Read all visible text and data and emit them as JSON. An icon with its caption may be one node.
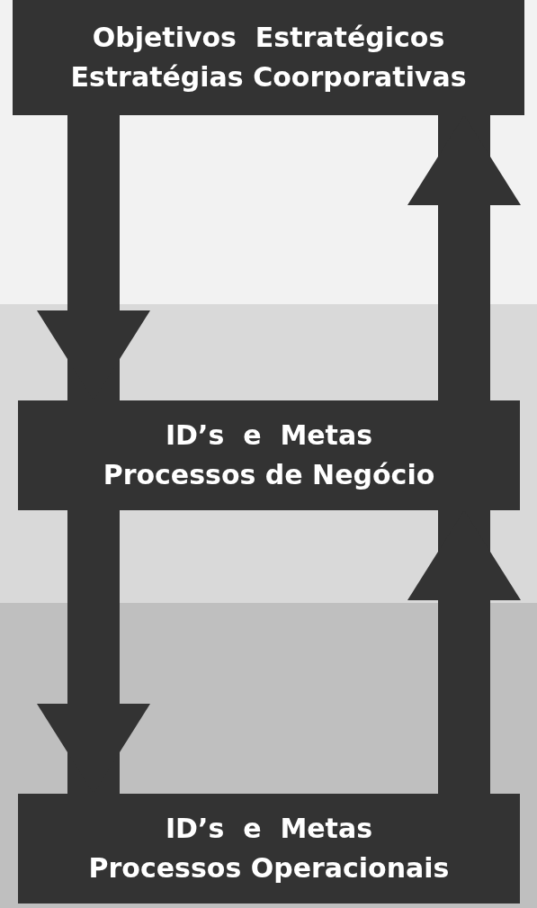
{
  "diagram": {
    "nodes": [
      {
        "text": [
          "Objetivos  Estratégicos",
          "Estratégias Coorporativas"
        ]
      },
      {
        "text": [
          "ID’s  e  Metas",
          "Processos de Negócio"
        ]
      },
      {
        "text": [
          "ID’s  e  Metas",
          "Processos Operacionais"
        ]
      }
    ],
    "edges": [
      {
        "from": 0,
        "to": 1,
        "arrow": "to"
      },
      {
        "from": 1,
        "to": 0,
        "arrow": "to"
      },
      {
        "from": 1,
        "to": 2,
        "arrow": "to"
      },
      {
        "from": 2,
        "to": 1,
        "arrow": "to"
      }
    ]
  }
}
